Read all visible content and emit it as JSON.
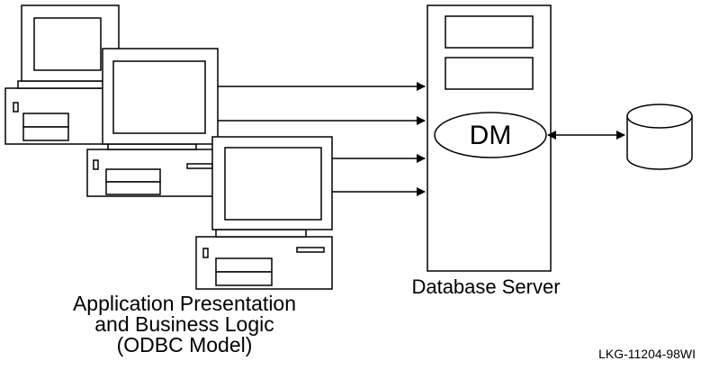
{
  "clients": {
    "label_lines": [
      "Application Presentation",
      "and Business Logic",
      "(ODBC Model)"
    ],
    "icon": "desktop-computer-icon",
    "count": 3
  },
  "server": {
    "label": "Database Server",
    "component": "DM",
    "icon": "server-tower-icon"
  },
  "storage": {
    "icon": "database-cylinder-icon"
  },
  "connections": {
    "client_to_server_arrows": 4,
    "dm_to_storage": "bidirectional"
  },
  "figure_id": "LKG-11204-98WI",
  "colors": {
    "line": "#000000",
    "background": "#ffffff"
  }
}
